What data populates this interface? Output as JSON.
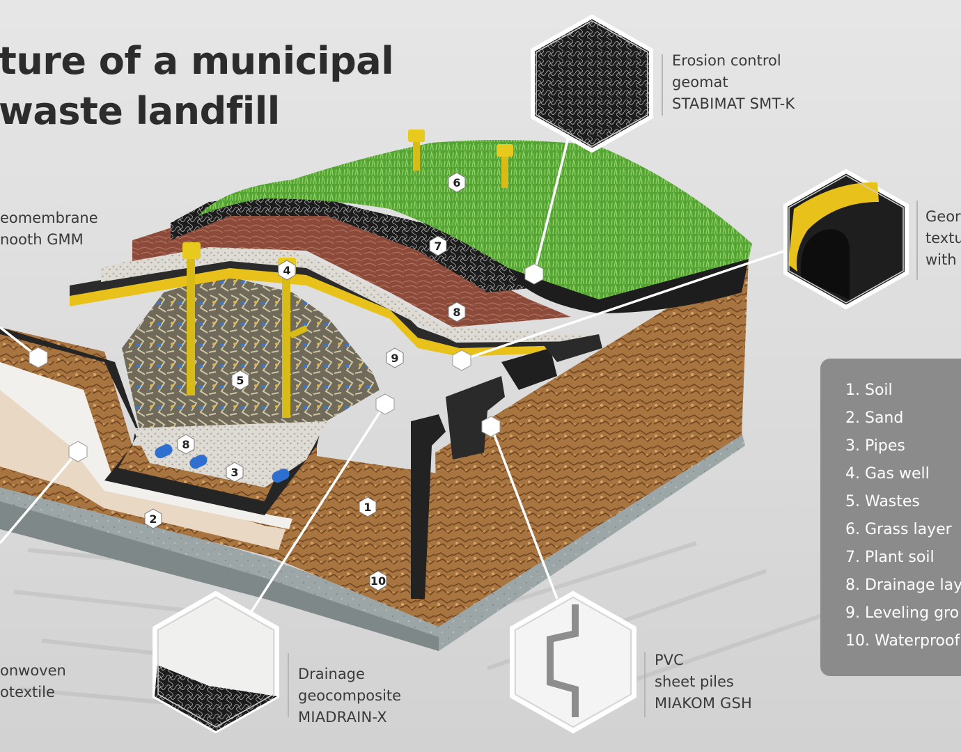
{
  "title": {
    "line1": "ture of a municipal",
    "line2": "waste landfill"
  },
  "callouts": {
    "geomat": {
      "line1": "Erosion control",
      "line2": "geomat",
      "line3": "STABIMAT SMT-K"
    },
    "textured_geomembrane": {
      "line1": "Geor",
      "line2": "textu",
      "line3": "with"
    },
    "smooth_geomembrane": {
      "line1": "eomembrane",
      "line2": "nooth GMM"
    },
    "nonwoven": {
      "line1": "onwoven",
      "line2": "otextile"
    },
    "drainage_geocomposite": {
      "line1": "Drainage",
      "line2": "geocomposite",
      "line3": "MIADRAIN-X"
    },
    "sheet_piles": {
      "line1": "PVC",
      "line2": "sheet piles",
      "line3": "MIAKOM GSH"
    }
  },
  "legend": {
    "items": [
      "1. Soil",
      "2. Sand",
      "3. Pipes",
      "4. Gas well",
      "5. Wastes",
      "6. Grass layer",
      "7. Plant soil",
      "8. Drainage lay",
      "9. Leveling gro",
      "10. Waterproof"
    ]
  },
  "badges": {
    "b1": "1",
    "b2": "2",
    "b3": "3",
    "b4": "4",
    "b5": "5",
    "b6": "6",
    "b7": "7",
    "b8a": "8",
    "b8b": "8",
    "b9": "9",
    "b10": "10"
  },
  "colors": {
    "grass": "#5aa83a",
    "plant_soil": "#8a4a38",
    "soil": "#b07a4a",
    "drainage_gravel": "#d9d6d0",
    "geomembrane": "#2b2b2b",
    "liner_yellow": "#e8c21a",
    "gas_well": "#e2c41c",
    "pipe": "#2f6fd0",
    "concrete": "#9aa3a3",
    "legend_bg": "#8b8b8b"
  }
}
